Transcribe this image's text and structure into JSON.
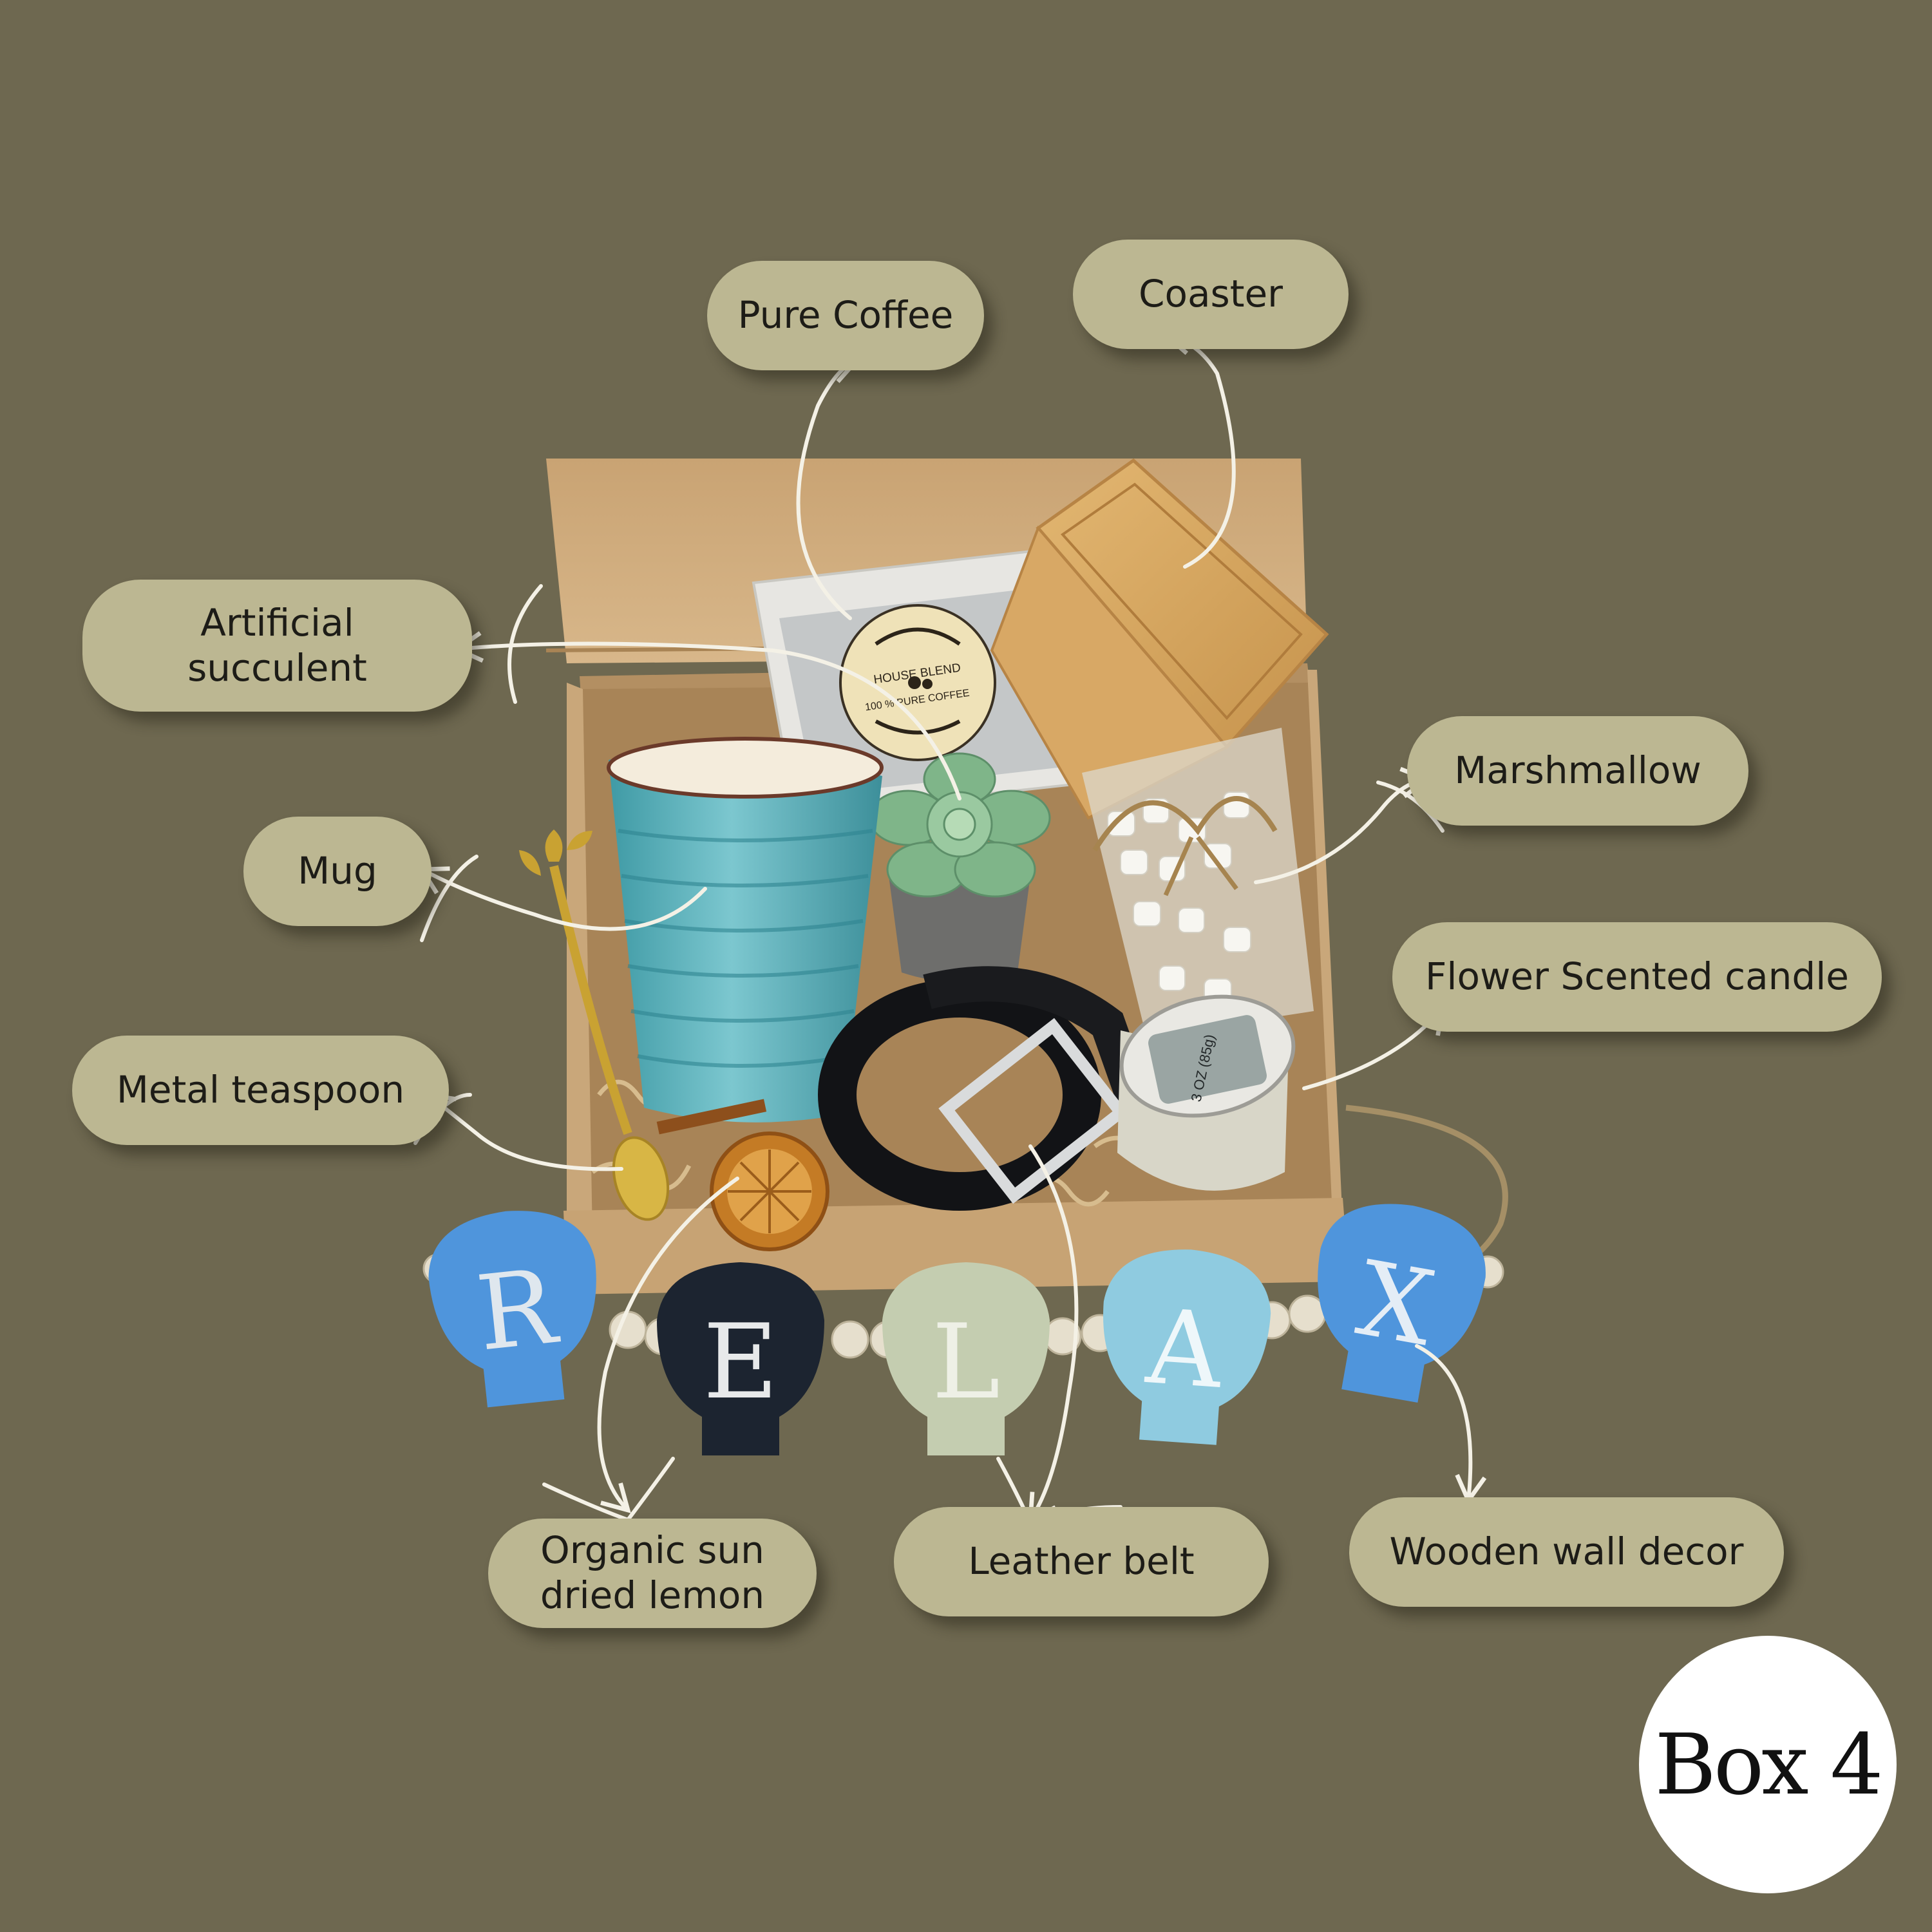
{
  "labels": {
    "pure_coffee": "Pure Coffee",
    "coaster": "Coaster",
    "artificial_succulent_line1": "Artificial",
    "artificial_succulent_line2": "succulent",
    "marshmallow": "Marshmallow",
    "mug": "Mug",
    "flower_scented_candle": "Flower Scented candle",
    "metal_teaspoon": "Metal teaspoon",
    "organic_lemon_line1": "Organic sun",
    "organic_lemon_line2": "dried lemon",
    "leather_belt": "Leather belt",
    "wooden_wall_decor": "Wooden wall decor"
  },
  "coffee_sticker": {
    "brand": "HOUSE BLEND",
    "tagline": "100 % PURE COFFEE"
  },
  "candle_label": {
    "weight": "3 OZ (85g)"
  },
  "decor_letters": [
    "R",
    "E",
    "L",
    "A",
    "X"
  ],
  "badge": "Box 4",
  "colors": {
    "background": "#6e6850",
    "pill": "#bcb792",
    "cardboard": "#c9a77a",
    "mug": "#5fb3bd",
    "shell_blue": "#4f95dc",
    "shell_navy": "#1c2430",
    "shell_sage": "#c4cdb0",
    "shell_light_blue": "#8fcbe0"
  }
}
